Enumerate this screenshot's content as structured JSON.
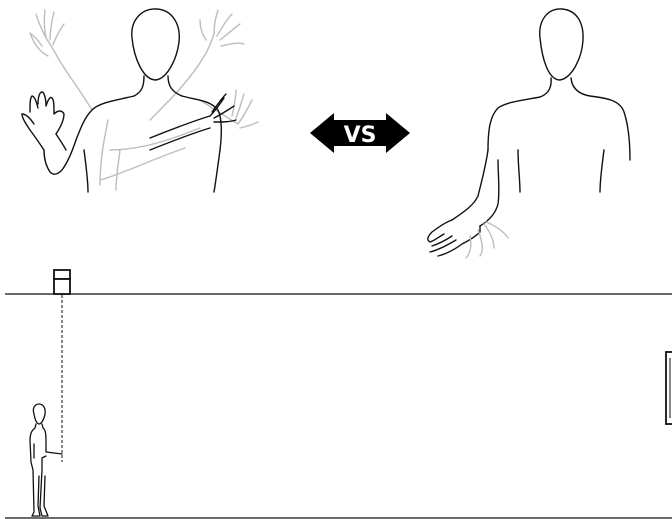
{
  "comparison": {
    "vs_label": "VS",
    "left_figure": "multiple-arm-gestures",
    "right_figure": "low-hand-gesture"
  },
  "colors": {
    "ink": "#111111",
    "ghost": "#bdbdbd",
    "badge_fill": "#000000",
    "badge_text": "#ffffff"
  },
  "icons": [
    "person-gesturing-icon",
    "person-gesturing-low-icon",
    "vs-arrow-icon",
    "person-standing-icon",
    "ceiling-sensor-icon",
    "wall-display-icon"
  ]
}
